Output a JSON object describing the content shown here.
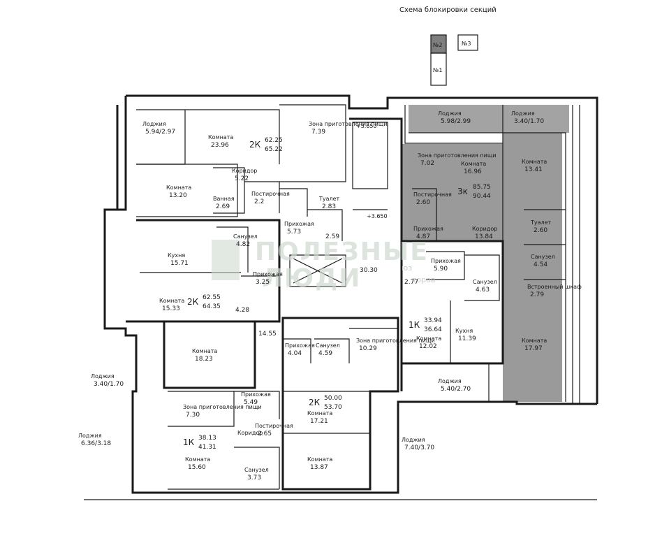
{
  "header": {
    "scheme_title": "Схема блокировки секций",
    "sections": [
      "№2",
      "№3",
      "№1"
    ]
  },
  "watermark": {
    "main_line1": "ПОЛЕЗНЫЕ",
    "main_line2": "ЛЮДИ",
    "sub_line1": "юз",
    "sub_line2": "торов"
  },
  "marks": {
    "level_top": "+3.650",
    "level_stair": "+3.650"
  },
  "apartments": [
    {
      "id": "apt-2k-top",
      "type": "2К",
      "area_1": "62.25",
      "area_2": "65.22"
    },
    {
      "id": "apt-2k-mid",
      "type": "2К",
      "area_1": "62.55",
      "area_2": "64.35"
    },
    {
      "id": "apt-3k",
      "type": "3к",
      "area_1": "85.75",
      "area_2": "90.44"
    },
    {
      "id": "apt-1k-right",
      "type": "1К",
      "area_1": "33.94",
      "area_2": "36.64"
    },
    {
      "id": "apt-2k-bottom",
      "type": "2К",
      "area_1": "50.00",
      "area_2": "53.70"
    },
    {
      "id": "apt-1k-left",
      "type": "1К",
      "area_1": "38.13",
      "area_2": "41.31"
    }
  ],
  "rooms": [
    {
      "key": "loggia_a",
      "name": "Лоджия",
      "area": "5.94/2.97"
    },
    {
      "key": "room_a",
      "name": "Комната",
      "area": "23.96"
    },
    {
      "key": "kitchen_zone_a",
      "name": "Зона приготовления пищи",
      "area": "7.39"
    },
    {
      "key": "corridor_a",
      "name": "Коридор",
      "area": "5.22"
    },
    {
      "key": "room_b",
      "name": "Комната",
      "area": "13.20"
    },
    {
      "key": "bath_a",
      "name": "Ванная",
      "area": "2.69"
    },
    {
      "key": "storage_a",
      "name": "Постирочная",
      "area": "2.2"
    },
    {
      "key": "toilet_a",
      "name": "Туалет",
      "area": "2.83"
    },
    {
      "key": "hall_a",
      "name": "Прихожая",
      "area": "5.73"
    },
    {
      "key": "small_a",
      "name": "",
      "area": "2.59"
    },
    {
      "key": "bathroom_b",
      "name": "Санузел",
      "area": "4.82"
    },
    {
      "key": "kitchen_b",
      "name": "Кухня",
      "area": "15.71"
    },
    {
      "key": "hall_b",
      "name": "Прихожая",
      "area": "3.25"
    },
    {
      "key": "room_c",
      "name": "Комната",
      "area": "15.33"
    },
    {
      "key": "small_b",
      "name": "",
      "area": "4.28"
    },
    {
      "key": "lobby",
      "name": "",
      "area": "30.30"
    },
    {
      "key": "corridor_common",
      "name": "",
      "area": "14.55"
    },
    {
      "key": "room_d",
      "name": "Комната",
      "area": "18.23"
    },
    {
      "key": "loggia_b",
      "name": "Лоджия",
      "area": "3.40/1.70"
    },
    {
      "key": "loggia_c",
      "name": "Лоджия",
      "area": "5.98/2.99"
    },
    {
      "key": "loggia_d",
      "name": "Лоджия",
      "area": "3.40/1.70"
    },
    {
      "key": "kitchen_zone_c",
      "name": "Зона приготовления пищи",
      "area": "7.02"
    },
    {
      "key": "room_e",
      "name": "Комната",
      "area": "16.96"
    },
    {
      "key": "room_f",
      "name": "Комната",
      "area": "13.41"
    },
    {
      "key": "storage_c",
      "name": "Постирочная",
      "area": "2.60"
    },
    {
      "key": "hall_c",
      "name": "Прихожая",
      "area": "4.87"
    },
    {
      "key": "corridor_c",
      "name": "Коридор",
      "area": "13.84"
    },
    {
      "key": "toilet_c",
      "name": "Туалет",
      "area": "2.60"
    },
    {
      "key": "bathroom_c",
      "name": "Санузел",
      "area": "4.54"
    },
    {
      "key": "closet_c",
      "name": "Встроенный шкаф",
      "area": "2.79"
    },
    {
      "key": "room_g",
      "name": "Комната",
      "area": "17.97"
    },
    {
      "key": "hall_d",
      "name": "Прихожая",
      "area": "5.90"
    },
    {
      "key": "bathroom_d",
      "name": "Санузел",
      "area": "4.63"
    },
    {
      "key": "room_h",
      "name": "Комната",
      "area": "12.02"
    },
    {
      "key": "kitchen_d",
      "name": "Кухня",
      "area": "11.39"
    },
    {
      "key": "small_c",
      "name": "",
      "area": "2.77"
    },
    {
      "key": "loggia_e",
      "name": "Лоджия",
      "area": "5.40/2.70"
    },
    {
      "key": "hall_e",
      "name": "Прихожая",
      "area": "4.04"
    },
    {
      "key": "bathroom_e",
      "name": "Санузел",
      "area": "4.59"
    },
    {
      "key": "kitchen_zone_e",
      "name": "Зона приготовления пищи",
      "area": "10.29"
    },
    {
      "key": "room_i",
      "name": "Комната",
      "area": "17.21"
    },
    {
      "key": "room_j",
      "name": "Комната",
      "area": "13.87"
    },
    {
      "key": "loggia_f",
      "name": "Лоджия",
      "area": "7.40/3.70"
    },
    {
      "key": "hall_f",
      "name": "Прихожая",
      "area": "5.49"
    },
    {
      "key": "kitchen_zone_f",
      "name": "Зона приготовления пищи",
      "area": "7.30"
    },
    {
      "key": "storage_f",
      "name": "Постирочная",
      "area": "2.65"
    },
    {
      "key": "corridor_f",
      "name": "Коридор",
      "area": ""
    },
    {
      "key": "room_k",
      "name": "Комната",
      "area": "15.60"
    },
    {
      "key": "bathroom_f",
      "name": "Санузел",
      "area": "3.73"
    },
    {
      "key": "loggia_g",
      "name": "Лоджия",
      "area": "6.36/3.18"
    }
  ]
}
